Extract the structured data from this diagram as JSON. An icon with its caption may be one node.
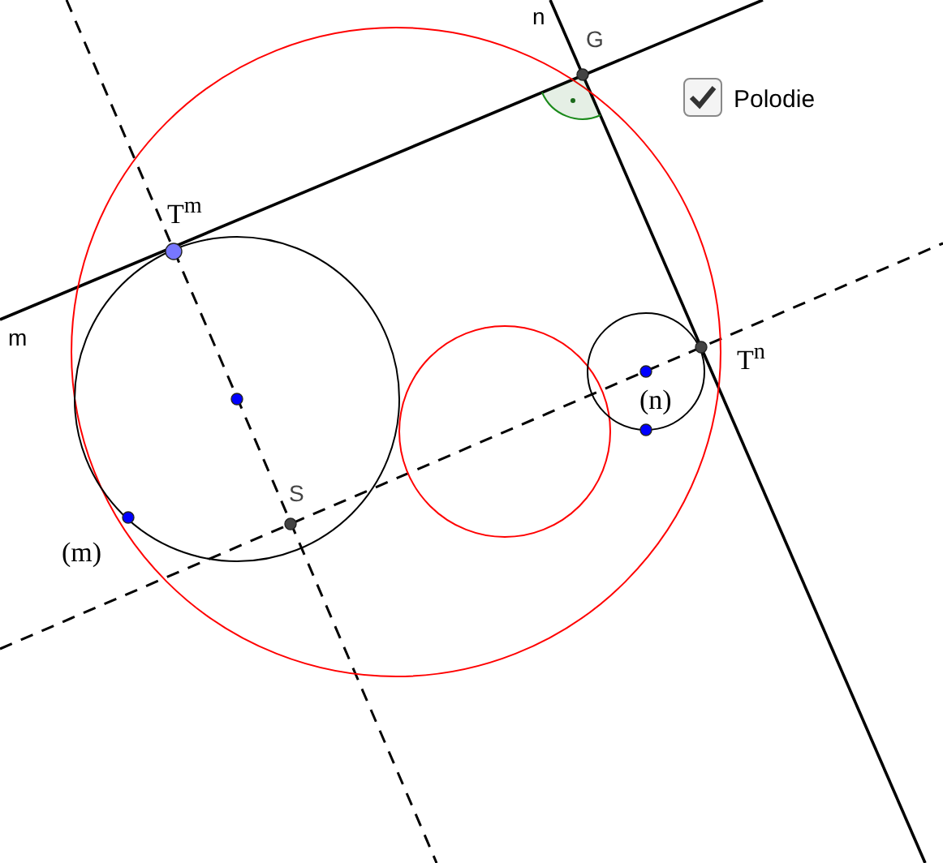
{
  "diagram": {
    "labels": [
      "n",
      "G",
      "Polodie",
      "T$^{m}$",
      "m",
      "T$^{n}$",
      "(n)",
      "S",
      "(m)"
    ]
  }
}
